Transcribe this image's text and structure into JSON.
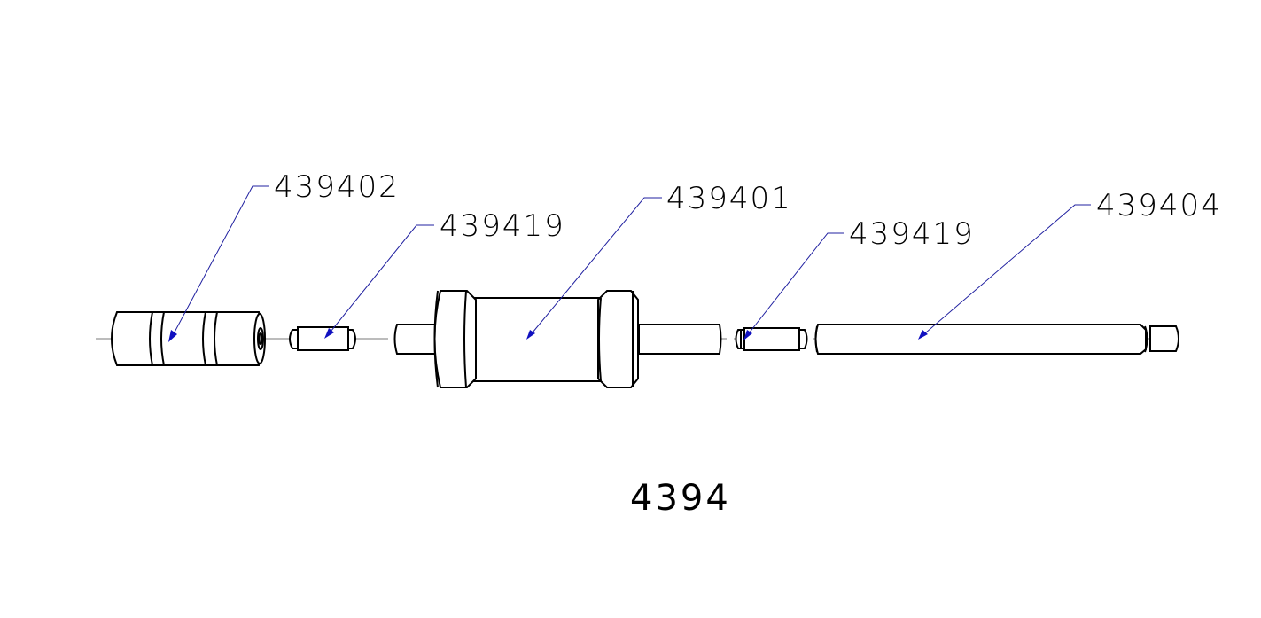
{
  "drawing": {
    "title": "4394",
    "callouts": [
      {
        "id": "c1",
        "label": "439402"
      },
      {
        "id": "c2",
        "label": "439419"
      },
      {
        "id": "c3",
        "label": "439401"
      },
      {
        "id": "c4",
        "label": "439419"
      },
      {
        "id": "c5",
        "label": "439404"
      }
    ],
    "colors": {
      "outline": "#000000",
      "leader": "#2020a0",
      "arrow": "#1010c0",
      "centerline": "#7a7a7a"
    }
  }
}
